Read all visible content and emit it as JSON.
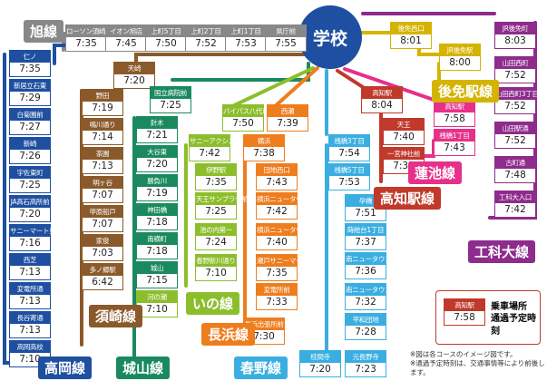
{
  "destination": {
    "label": "学校"
  },
  "routes": [
    {
      "id": "asahi",
      "name": "旭線",
      "color": "#888888",
      "stops": [
        {
          "name": "ローソン須崎店",
          "time": "7:35"
        },
        {
          "name": "イオン旭店",
          "time": "7:45"
        },
        {
          "name": "上町5丁目",
          "time": "7:50"
        },
        {
          "name": "上町2丁目",
          "time": "7:52"
        },
        {
          "name": "上町1丁目",
          "time": "7:53"
        },
        {
          "name": "県庁前",
          "time": "7:55"
        }
      ]
    },
    {
      "id": "takaoka",
      "name": "高岡線",
      "color": "#1e4fa0",
      "stops": [
        {
          "name": "仁ノ",
          "time": "7:35"
        },
        {
          "name": "新居立石東",
          "time": "7:29"
        },
        {
          "name": "白菊園前",
          "time": "7:27"
        },
        {
          "name": "新崎",
          "time": "7:26"
        },
        {
          "name": "宇佐東町",
          "time": "7:25"
        },
        {
          "name": "JA高石高所前",
          "time": "7:20"
        },
        {
          "name": "サニーマート東口",
          "time": "7:16"
        },
        {
          "name": "西芝",
          "time": "7:13"
        },
        {
          "name": "変電所通",
          "time": "7:13"
        },
        {
          "name": "長谷寄通",
          "time": "7:13"
        },
        {
          "name": "高岡高校",
          "time": "7:10"
        }
      ]
    },
    {
      "id": "susaki",
      "name": "須崎線",
      "color": "#8a5a2b",
      "stops": [
        {
          "name": "天崎",
          "time": "7:20"
        },
        {
          "name": "野田",
          "time": "7:19"
        },
        {
          "name": "鳴川通り",
          "time": "7:14"
        },
        {
          "name": "茶園",
          "time": "7:13"
        },
        {
          "name": "明ヶ谷",
          "time": "7:07"
        },
        {
          "name": "甲原船戸",
          "time": "7:07"
        },
        {
          "name": "家俊",
          "time": "7:03"
        },
        {
          "name": "多ノ郷駅",
          "time": "6:42"
        }
      ]
    },
    {
      "id": "shiroyama",
      "name": "城山線",
      "color": "#1a8a5e",
      "stops": [
        {
          "name": "国立病院前",
          "time": "7:25"
        },
        {
          "name": "針木",
          "time": "7:21"
        },
        {
          "name": "大谷東",
          "time": "7:20"
        },
        {
          "name": "勝負川",
          "time": "7:19"
        },
        {
          "name": "神田橋",
          "time": "7:18"
        },
        {
          "name": "南横町",
          "time": "7:18"
        },
        {
          "name": "城山",
          "time": "7:15"
        },
        {
          "name": "河の瀬",
          "time": "7:10"
        }
      ]
    },
    {
      "id": "ino",
      "name": "いの線",
      "color": "#8cbe2c",
      "stops": [
        {
          "name": "バイパス八代通",
          "time": "7:50"
        },
        {
          "name": "サニーアクシス前",
          "time": "7:42"
        },
        {
          "name": "伊野駅",
          "time": "7:35"
        },
        {
          "name": "天王サンプラザ前",
          "time": "7:25"
        },
        {
          "name": "池の内第一",
          "time": "7:24"
        },
        {
          "name": "春野新川通り",
          "time": "7:10"
        },
        {
          "name": "河の瀬",
          "time": "7:10"
        }
      ]
    },
    {
      "id": "nagahama",
      "name": "長浜線",
      "color": "#ee7d1e",
      "stops": [
        {
          "name": "西瀬",
          "time": "7:39"
        },
        {
          "name": "横浜",
          "time": "7:38"
        },
        {
          "name": "団地西口",
          "time": "7:43"
        },
        {
          "name": "横浜ニュータウン",
          "time": "7:42"
        },
        {
          "name": "横浜ニュータウン東一",
          "time": "7:40"
        },
        {
          "name": "瀬戸サニーマート",
          "time": "7:35"
        },
        {
          "name": "変電所前",
          "time": "7:33"
        },
        {
          "name": "長浜出張所前",
          "time": "7:30"
        }
      ]
    },
    {
      "id": "haruno",
      "name": "春野線",
      "color": "#3aaee0",
      "stops": [
        {
          "name": "桟橋3丁目",
          "time": "7:54"
        },
        {
          "name": "桟橋5丁目",
          "time": "7:53"
        },
        {
          "name": "孕橋",
          "time": "7:51"
        },
        {
          "name": "蒔絵台1丁目",
          "time": "7:37"
        },
        {
          "name": "南ニュータウン3丁目",
          "time": "7:36"
        },
        {
          "name": "南ニュータウン1丁目",
          "time": "7:32"
        },
        {
          "name": "平和団地",
          "time": "7:28"
        },
        {
          "name": "桂間寺",
          "time": "7:20"
        },
        {
          "name": "元長野寺",
          "time": "7:23"
        }
      ]
    },
    {
      "id": "kochi",
      "name": "高知駅線",
      "color": "#c0392b",
      "stops": [
        {
          "name": "高知駅",
          "time": "8:04"
        },
        {
          "name": "天王",
          "time": "7:40"
        },
        {
          "name": "一宮神社前",
          "time": "7:35"
        }
      ]
    },
    {
      "id": "hasuike",
      "name": "蓮池線",
      "color": "#e6308a",
      "stops": [
        {
          "name": "高知駅",
          "time": "7:58"
        },
        {
          "name": "桟橋1丁目",
          "time": "7:43"
        }
      ]
    },
    {
      "id": "gomen",
      "name": "後免駅線",
      "color": "#d4b400",
      "stops": [
        {
          "name": "後免西口",
          "time": "8:01"
        },
        {
          "name": "JR後免駅",
          "time": "8:00"
        }
      ]
    },
    {
      "id": "koka",
      "name": "工科大線",
      "color": "#8e2b8c",
      "stops": [
        {
          "name": "JR後免町",
          "time": "8:03"
        },
        {
          "name": "山田西町",
          "time": "7:52"
        },
        {
          "name": "山田西町3丁目",
          "time": "7:52"
        },
        {
          "name": "山田駅通",
          "time": "7:52"
        },
        {
          "name": "古町通",
          "time": "7:48"
        },
        {
          "name": "工科大入口",
          "time": "7:42"
        }
      ]
    }
  ],
  "legend": {
    "station": "高知駅",
    "time": "7:58",
    "label_stop": "乗車場所",
    "label_time": "通過予定時刻"
  },
  "notes": [
    "※図は各コースのイメージ図です。",
    "※通過予定時刻は、交通事情等により前後します。"
  ]
}
